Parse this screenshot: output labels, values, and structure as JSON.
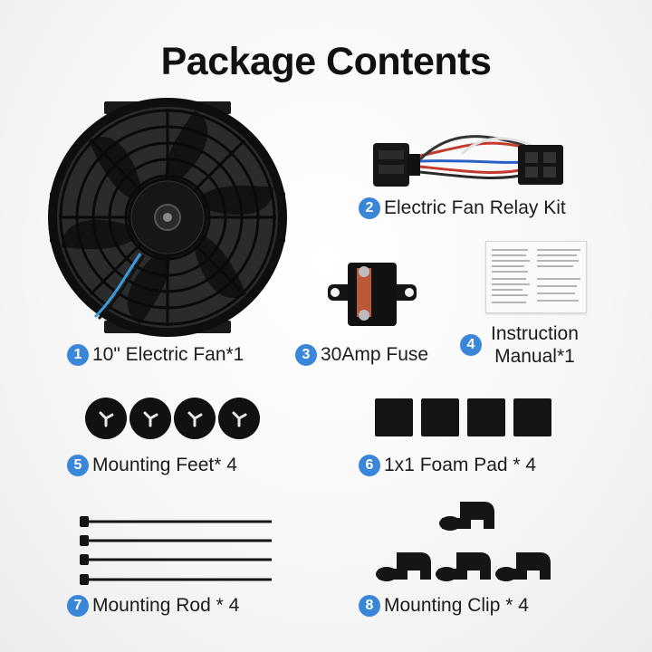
{
  "title": "Package Contents",
  "colors": {
    "badge": "#3a86d9",
    "product": "#111111"
  },
  "items": [
    {
      "number": "1",
      "label": "10\" Electric Fan*1",
      "icon": "electric-fan"
    },
    {
      "number": "2",
      "label": "Electric Fan Relay Kit",
      "icon": "relay-wiring-harness"
    },
    {
      "number": "3",
      "label": "30Amp Fuse",
      "icon": "circuit-breaker-fuse"
    },
    {
      "number": "4",
      "label_line1": "Instruction",
      "label_line2": "Manual*1",
      "icon": "instruction-manual"
    },
    {
      "number": "5",
      "label": "Mounting Feet* 4",
      "icon": "mounting-feet"
    },
    {
      "number": "6",
      "label": "1x1 Foam Pad * 4",
      "icon": "foam-pad"
    },
    {
      "number": "7",
      "label": "Mounting Rod * 4",
      "icon": "mounting-rod"
    },
    {
      "number": "8",
      "label": "Mounting Clip * 4",
      "icon": "mounting-clip"
    }
  ]
}
